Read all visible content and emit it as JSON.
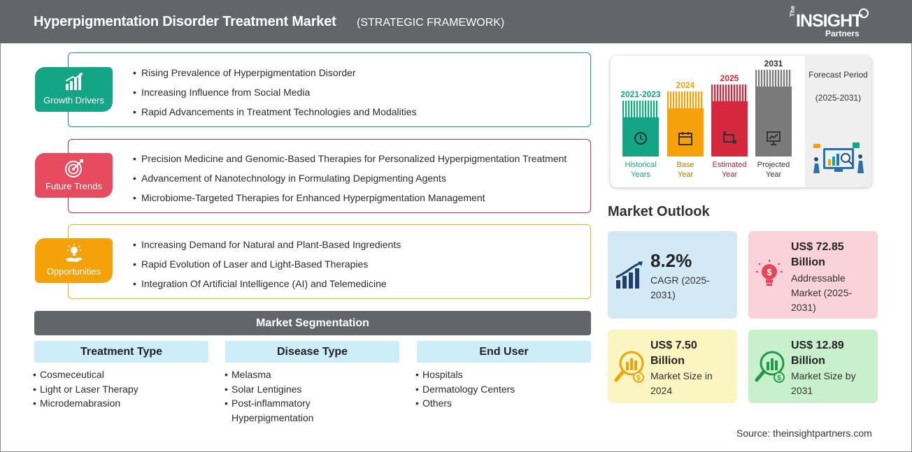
{
  "header": {
    "title": "Hyperpigmentation Disorder Treatment Market",
    "subtitle": "(STRATEGIC FRAMEWORK)",
    "logo": {
      "the": "The",
      "insight": "INSIGHT",
      "partners": "Partners"
    }
  },
  "framework": {
    "growth_drivers": {
      "label": "Growth Drivers",
      "color": "#14a586",
      "items": [
        "Rising Prevalence of Hyperpigmentation Disorder",
        "Increasing Influence from Social Media",
        "Rapid Advancements in Treatment Technologies and Modalities"
      ]
    },
    "future_trends": {
      "label": "Future Trends",
      "color": "#e84a5f",
      "items": [
        "Precision Medicine and Genomic-Based Therapies for Personalized Hyperpigmentation Treatment",
        "Advancement of Nanotechnology in Formulating Depigmenting Agents",
        "Microbiome-Targeted Therapies for Enhanced Hyperpigmentation Management"
      ]
    },
    "opportunities": {
      "label": "Opportunities",
      "color": "#f4a10a",
      "items": [
        "Increasing Demand for Natural and Plant-Based Ingredients",
        "Rapid Evolution of Laser and Light-Based Therapies",
        "Integration Of Artificial Intelligence (AI) and Telemedicine"
      ]
    }
  },
  "segmentation": {
    "title": "Market Segmentation",
    "columns": [
      {
        "heading": "Treatment Type",
        "items": [
          "Cosmeceutical",
          "Light or Laser Therapy",
          "Microdemabrasion"
        ]
      },
      {
        "heading": "Disease Type",
        "items": [
          "Melasma",
          "Solar Lentigines",
          "Post-inflammatory Hyperpigmentation"
        ]
      },
      {
        "heading": "End User",
        "items": [
          "Hospitals",
          "Dermatology Centers",
          "Others"
        ]
      }
    ]
  },
  "timeline": {
    "bars": [
      {
        "year": "2021-2023",
        "caption1": "Historical",
        "caption2": "Years",
        "color": "#14a586",
        "icon": "history-icon"
      },
      {
        "year": "2024",
        "caption1": "Base",
        "caption2": "Year",
        "color": "#f4a10a",
        "icon": "calendar-icon"
      },
      {
        "year": "2025",
        "caption1": "Estimated",
        "caption2": "Year",
        "color": "#d6283d",
        "icon": "estimate-icon"
      },
      {
        "year": "2031",
        "caption1": "Projected",
        "caption2": "Year",
        "color": "#7a7a7a",
        "icon": "presentation-icon"
      }
    ],
    "forecast_title": "Forecast Period",
    "forecast_period": "(2025-2031)"
  },
  "outlook": {
    "title": "Market Outlook",
    "cards": [
      {
        "value": "8.2%",
        "label": "CAGR (2025-2031)",
        "icon": "growth-chart-icon"
      },
      {
        "value": "US$ 72.85 Billion",
        "label": "Addressable Market (2025-2031)",
        "icon": "lightbulb-dollar-icon"
      },
      {
        "value": "US$ 7.50 Billion",
        "label": "Market Size in 2024",
        "icon": "money-search-icon"
      },
      {
        "value": "US$ 12.89 Billion",
        "label": "Market Size by 2031",
        "icon": "money-search-icon"
      }
    ]
  },
  "source": "Source: theinsightpartners.com"
}
